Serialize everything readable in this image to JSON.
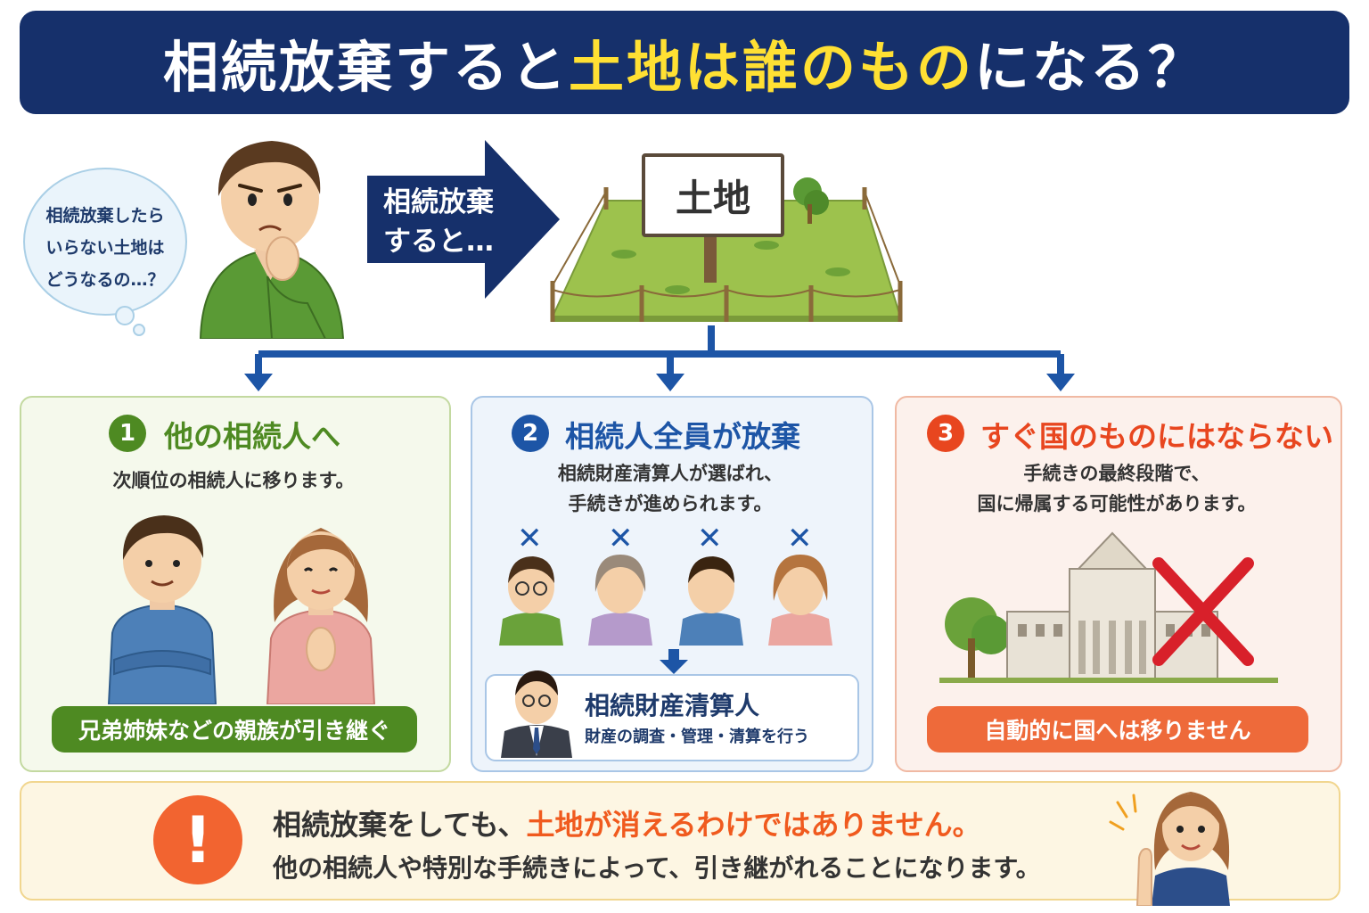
{
  "header": {
    "title_part1": "相続放棄すると",
    "title_highlight": "土地は誰のもの",
    "title_part2": "になる？"
  },
  "bubble": {
    "line1": "相続放棄したら",
    "line2": "いらない土地は",
    "line3": "どうなるの…？"
  },
  "arrow": {
    "line1": "相続放棄",
    "line2": "すると…"
  },
  "sign": {
    "label": "土地"
  },
  "colors": {
    "navy": "#16306b",
    "yellow": "#ffe033",
    "green": "#4e8a22",
    "blue": "#1d55a6",
    "orange": "#e8461f"
  },
  "cards": [
    {
      "number": "1",
      "title": "他の相続人へ",
      "desc_lines": [
        "次順位の相続人に移ります。"
      ],
      "pill": "兄弟姉妹などの親族が引き継ぐ"
    },
    {
      "number": "2",
      "title": "相続人全員が放棄",
      "desc_lines": [
        "相続財産清算人が選ばれ、",
        "手続きが進められます。"
      ],
      "x_marks": [
        "✕",
        "✕",
        "✕",
        "✕"
      ],
      "sub_title": "相続財産清算人",
      "sub_desc": "財産の調査・管理・清算を行う"
    },
    {
      "number": "3",
      "title": "すぐ国のものにはならない",
      "desc_lines": [
        "手続きの最終段階で、",
        "国に帰属する可能性があります。"
      ],
      "pill": "自動的に国へは移りません"
    }
  ],
  "bottom": {
    "line1_part1": "相続放棄をしても、",
    "line1_highlight": "土地が消えるわけではありません。",
    "line2": "他の相続人や特別な手続きによって、引き継がれることになります。",
    "icon": "!"
  }
}
